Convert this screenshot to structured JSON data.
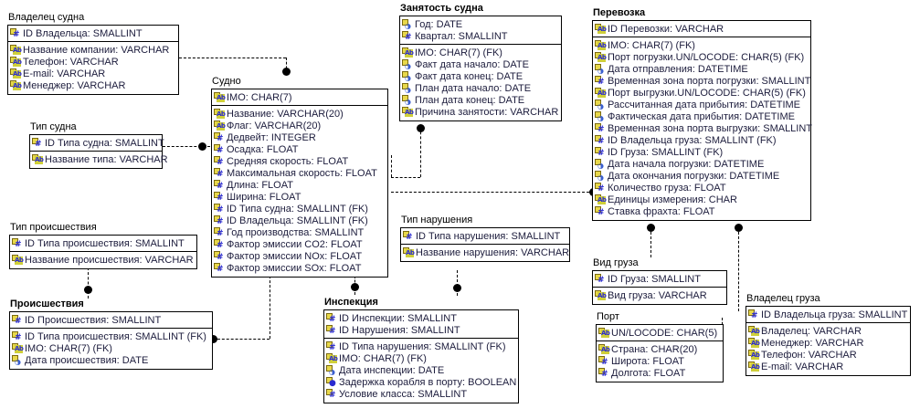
{
  "diagram": {
    "title": "Maritime ER diagram",
    "language": "ru",
    "notation": "IDEF1X / crow-less with solid-circle cardinality dots",
    "colors": {
      "background": "#ffffff",
      "box_border": "#000000",
      "text": "#1c1c3c",
      "icon_square": "#e8d84a",
      "icon_glyph": "#2a2ad0",
      "relationship_line": "#000000"
    }
  },
  "entities": [
    {
      "id": "vladelec-sudna",
      "title": "Владелец судна",
      "bold": false,
      "pk": [
        {
          "name": "ID Владельца: SMALLINT",
          "icon": "numeric-icon"
        }
      ],
      "attrs": [
        {
          "name": "Название компании: VARCHAR",
          "icon": "text-icon"
        },
        {
          "name": "Телефон: VARCHAR",
          "icon": "text-icon"
        },
        {
          "name": "E-mail: VARCHAR",
          "icon": "text-icon"
        },
        {
          "name": "Менеджер: VARCHAR",
          "icon": "text-icon"
        }
      ]
    },
    {
      "id": "tip-sudna",
      "title": "Тип судна",
      "bold": false,
      "pk": [
        {
          "name": "ID Типа судна: SMALLINT",
          "icon": "numeric-icon"
        }
      ],
      "attrs": [
        {
          "name": "Название типа: VARCHAR",
          "icon": "text-icon"
        }
      ]
    },
    {
      "id": "tip-proisshestviya",
      "title": "Тип происшествия",
      "bold": false,
      "pk": [
        {
          "name": "ID Типа происшествия: SMALLINT",
          "icon": "numeric-icon"
        }
      ],
      "attrs": [
        {
          "name": "Название происшествия: VARCHAR",
          "icon": "text-icon"
        }
      ]
    },
    {
      "id": "proisshestviya",
      "title": "Происшествия",
      "bold": true,
      "pk": [
        {
          "name": "ID Происшествия: SMALLINT",
          "icon": "numeric-icon"
        }
      ],
      "attrs": [
        {
          "name": "ID Типа происшествия: SMALLINT (FK)",
          "icon": "numeric-icon"
        },
        {
          "name": "IMO: CHAR(7) (FK)",
          "icon": "text-icon"
        },
        {
          "name": "Дата происшествия: DATE",
          "icon": "date-icon"
        }
      ]
    },
    {
      "id": "sudno",
      "title": "Судно",
      "bold": false,
      "pk": [
        {
          "name": "IMO: CHAR(7)",
          "icon": "text-icon"
        }
      ],
      "attrs": [
        {
          "name": "Название: VARCHAR(20)",
          "icon": "text-icon"
        },
        {
          "name": "Флаг: VARCHAR(20)",
          "icon": "text-icon"
        },
        {
          "name": "Дедвейт: INTEGER",
          "icon": "numeric-icon"
        },
        {
          "name": "Осадка: FLOAT",
          "icon": "numeric-icon"
        },
        {
          "name": "Средняя скорость: FLOAT",
          "icon": "numeric-icon"
        },
        {
          "name": "Максимальная скорость: FLOAT",
          "icon": "numeric-icon"
        },
        {
          "name": "Длина: FLOAT",
          "icon": "numeric-icon"
        },
        {
          "name": "Ширина: FLOAT",
          "icon": "numeric-icon"
        },
        {
          "name": "ID Типа судна: SMALLINT (FK)",
          "icon": "numeric-icon"
        },
        {
          "name": "ID Владельца: SMALLINT (FK)",
          "icon": "numeric-icon"
        },
        {
          "name": "Год производства: SMALLINT",
          "icon": "numeric-icon"
        },
        {
          "name": "Фактор эмиссии CO2: FLOAT",
          "icon": "numeric-icon"
        },
        {
          "name": "Фактор эмиссии NOx: FLOAT",
          "icon": "numeric-icon"
        },
        {
          "name": "Фактор эмиссии SOx: FLOAT",
          "icon": "numeric-icon"
        }
      ]
    },
    {
      "id": "zanyatost-sudna",
      "title": "Занятость судна",
      "bold": true,
      "pk": [
        {
          "name": "Год: DATE",
          "icon": "date-icon"
        },
        {
          "name": "Квартал: SMALLINT",
          "icon": "numeric-icon"
        }
      ],
      "attrs": [
        {
          "name": "IMO: CHAR(7) (FK)",
          "icon": "text-icon"
        },
        {
          "name": "Факт дата начало: DATE",
          "icon": "date-icon"
        },
        {
          "name": "Факт дата конец: DATE",
          "icon": "date-icon"
        },
        {
          "name": "План дата начало: DATE",
          "icon": "date-icon"
        },
        {
          "name": "План дата конец: DATE",
          "icon": "date-icon"
        },
        {
          "name": "Причина занятости: VARCHAR",
          "icon": "text-icon"
        }
      ]
    },
    {
      "id": "tip-narusheniya",
      "title": "Тип нарушения",
      "bold": false,
      "pk": [
        {
          "name": "ID Типа нарушения: SMALLINT",
          "icon": "numeric-icon"
        }
      ],
      "attrs": [
        {
          "name": "Название нарушения: VARCHAR",
          "icon": "text-icon"
        }
      ]
    },
    {
      "id": "inspekciya",
      "title": "Инспекция",
      "bold": true,
      "pk": [
        {
          "name": "ID Инспекции: SMALLINT",
          "icon": "numeric-icon"
        },
        {
          "name": "ID Нарушения: SMALLINT",
          "icon": "numeric-icon"
        }
      ],
      "attrs": [
        {
          "name": "ID Типа нарушения: SMALLINT (FK)",
          "icon": "numeric-icon"
        },
        {
          "name": "IMO: CHAR(7) (FK)",
          "icon": "text-icon"
        },
        {
          "name": "Дата инспекции: DATE",
          "icon": "date-icon"
        },
        {
          "name": "Задержка корабля в порту: BOOLEAN",
          "icon": "boolean-icon"
        },
        {
          "name": "Условие класса: SMALLINT",
          "icon": "numeric-icon"
        }
      ]
    },
    {
      "id": "perevozka",
      "title": "Перевозка",
      "bold": true,
      "pk": [
        {
          "name": "ID Перевозки: VARCHAR",
          "icon": "text-icon"
        }
      ],
      "attrs": [
        {
          "name": "IMO: CHAR(7) (FK)",
          "icon": "text-icon"
        },
        {
          "name": "Порт погрузки.UN/LOCODE: CHAR(5) (FK)",
          "icon": "text-icon"
        },
        {
          "name": "Дата отправления: DATETIME",
          "icon": "date-icon"
        },
        {
          "name": "Временная зона порта погрузки: SMALLINT",
          "icon": "numeric-icon"
        },
        {
          "name": "Порт выгрузки.UN/LOCODE: CHAR(5) (FK)",
          "icon": "text-icon"
        },
        {
          "name": "Рассчитанная дата прибытия: DATETIME",
          "icon": "date-icon"
        },
        {
          "name": "Фактическая дата прибытия: DATETIME",
          "icon": "date-icon"
        },
        {
          "name": "Временная зона порта выгрузки: SMALLINT",
          "icon": "numeric-icon"
        },
        {
          "name": "ID Владельца груза: SMALLINT (FK)",
          "icon": "numeric-icon"
        },
        {
          "name": "ID Груза: SMALLINT (FK)",
          "icon": "numeric-icon"
        },
        {
          "name": "Дата начала погрузки: DATETIME",
          "icon": "date-icon"
        },
        {
          "name": "Дата окончания погрузки: DATETIME",
          "icon": "date-icon"
        },
        {
          "name": "Количество груза: FLOAT",
          "icon": "numeric-icon"
        },
        {
          "name": "Единицы измерения: CHAR",
          "icon": "text-icon"
        },
        {
          "name": "Ставка фрахта: FLOAT",
          "icon": "numeric-icon"
        }
      ]
    },
    {
      "id": "vid-gruza",
      "title": "Вид груза",
      "bold": false,
      "pk": [
        {
          "name": "ID Груза: SMALLINT",
          "icon": "numeric-icon"
        }
      ],
      "attrs": [
        {
          "name": "Вид груза: VARCHAR",
          "icon": "text-icon"
        }
      ]
    },
    {
      "id": "port",
      "title": "Порт",
      "bold": false,
      "pk": [
        {
          "name": "UN/LOCODE: CHAR(5)",
          "icon": "text-icon"
        }
      ],
      "attrs": [
        {
          "name": "Страна: CHAR(20)",
          "icon": "text-icon"
        },
        {
          "name": "Широта: FLOAT",
          "icon": "numeric-icon"
        },
        {
          "name": "Долгота: FLOAT",
          "icon": "numeric-icon"
        }
      ]
    },
    {
      "id": "vladelec-gruza",
      "title": "Владелец груза",
      "bold": false,
      "pk": [
        {
          "name": "ID Владельца груза: SMALLINT",
          "icon": "numeric-icon"
        }
      ],
      "attrs": [
        {
          "name": "Владелец: VARCHAR",
          "icon": "text-icon"
        },
        {
          "name": "Менеджер: VARCHAR",
          "icon": "text-icon"
        },
        {
          "name": "Телефон: VARCHAR",
          "icon": "text-icon"
        },
        {
          "name": "E-mail: VARCHAR",
          "icon": "text-icon"
        }
      ]
    }
  ],
  "relationships": [
    {
      "from": "vladelec-sudna",
      "to": "sudno",
      "style": "dashed",
      "cardinality": "one-to-many"
    },
    {
      "from": "tip-sudna",
      "to": "sudno",
      "style": "dashed",
      "cardinality": "one-to-many"
    },
    {
      "from": "tip-proisshestviya",
      "to": "proisshestviya",
      "style": "dashed",
      "cardinality": "one-to-many"
    },
    {
      "from": "sudno",
      "to": "proisshestviya",
      "style": "dashed",
      "cardinality": "one-to-many"
    },
    {
      "from": "sudno",
      "to": "zanyatost-sudna",
      "style": "dashed",
      "cardinality": "one-to-many"
    },
    {
      "from": "sudno",
      "to": "inspekciya",
      "style": "dashed",
      "cardinality": "one-to-many"
    },
    {
      "from": "tip-narusheniya",
      "to": "inspekciya",
      "style": "dashed",
      "cardinality": "one-to-many"
    },
    {
      "from": "sudno",
      "to": "perevozka",
      "style": "dashed",
      "cardinality": "one-to-many"
    },
    {
      "from": "vid-gruza",
      "to": "perevozka",
      "style": "dashed",
      "cardinality": "one-to-many"
    },
    {
      "from": "port",
      "to": "perevozka",
      "style": "dashed",
      "cardinality": "one-to-many"
    },
    {
      "from": "vladelec-gruza",
      "to": "perevozka",
      "style": "dashed",
      "cardinality": "one-to-many"
    }
  ]
}
